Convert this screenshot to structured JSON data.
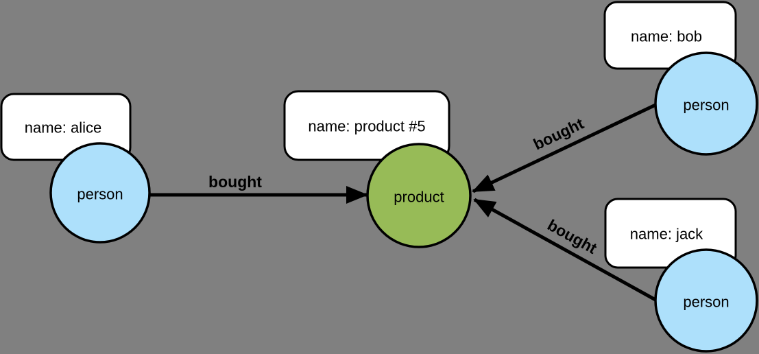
{
  "colors": {
    "background": "#808080",
    "person_fill": "#ADE0FB",
    "product_fill": "#97BB57",
    "node_stroke": "#000000",
    "edge_stroke": "#000000",
    "property_box_fill": "#FFFFFF",
    "text_color": "#000000"
  },
  "nodes": {
    "alice": {
      "label": "person",
      "property": "name: alice"
    },
    "product": {
      "label": "product",
      "property": "name: product #5"
    },
    "bob": {
      "label": "person",
      "property": "name: bob"
    },
    "jack": {
      "label": "person",
      "property": "name: jack"
    }
  },
  "edges": {
    "alice_to_product": {
      "label": "bought",
      "from": "alice",
      "to": "product"
    },
    "bob_to_product": {
      "label": "bought",
      "from": "bob",
      "to": "product"
    },
    "jack_to_product": {
      "label": "bought",
      "from": "jack",
      "to": "product"
    }
  }
}
